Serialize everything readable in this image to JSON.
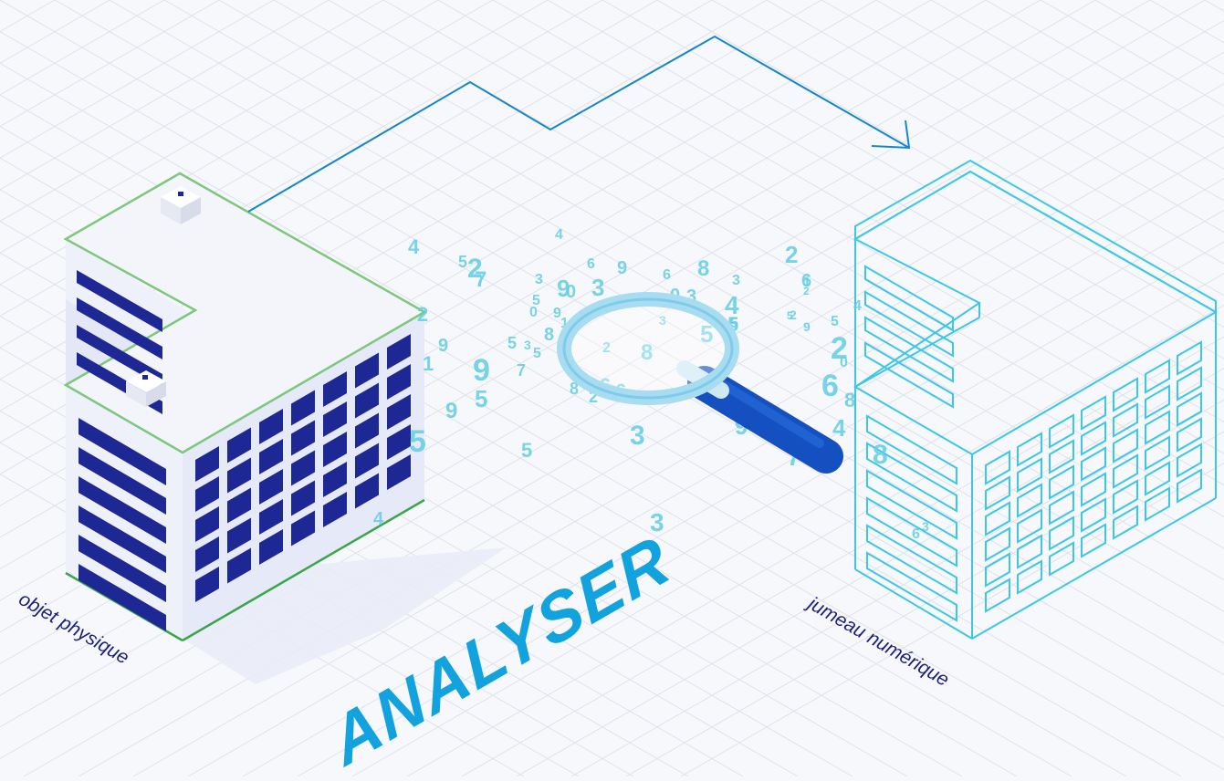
{
  "labels": {
    "physical": "objet physique",
    "twin": "jumeau numérique"
  },
  "title": "ANALYSER",
  "colors": {
    "grid": "#dfe2ea",
    "accent": "#12a3de",
    "navy": "#1b1f7a",
    "window": "#1e2894",
    "twin_outline": "#3cc7e6",
    "roof_edge": "#7dc77e",
    "digits": "#62cde5"
  },
  "digits": [
    "4",
    "5",
    "2",
    "7",
    "4",
    "3",
    "9",
    "6",
    "9",
    "3",
    "8",
    "0",
    "5",
    "9",
    "0",
    "6",
    "0",
    "3",
    "4",
    "3",
    "2",
    "6",
    "3",
    "5",
    "5",
    "1",
    "8",
    "5",
    "2",
    "9",
    "1",
    "9",
    "5",
    "7",
    "9",
    "5",
    "3",
    "5",
    "2",
    "8",
    "8",
    "8",
    "6",
    "2",
    "6",
    "5",
    "5",
    "3",
    "9",
    "7",
    "4",
    "5",
    "8",
    "4",
    "2",
    "9",
    "5",
    "2",
    "0",
    "6",
    "8",
    "3",
    "4",
    "6",
    "3",
    "5",
    "2",
    "1",
    "5"
  ],
  "icons": [
    "magnifier-icon",
    "arrow-icon"
  ]
}
